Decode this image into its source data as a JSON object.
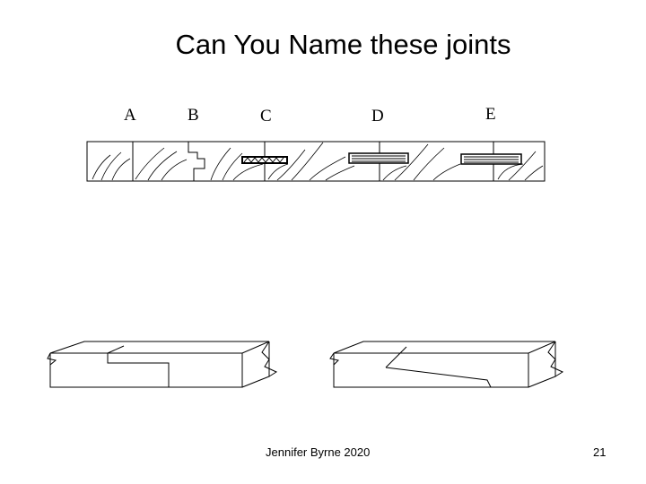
{
  "slide": {
    "title": "Can You Name these joints",
    "labels": [
      "A",
      "B",
      "C",
      "D",
      "E"
    ],
    "footer_author": "Jennifer Byrne 2020",
    "page_number": "21"
  }
}
